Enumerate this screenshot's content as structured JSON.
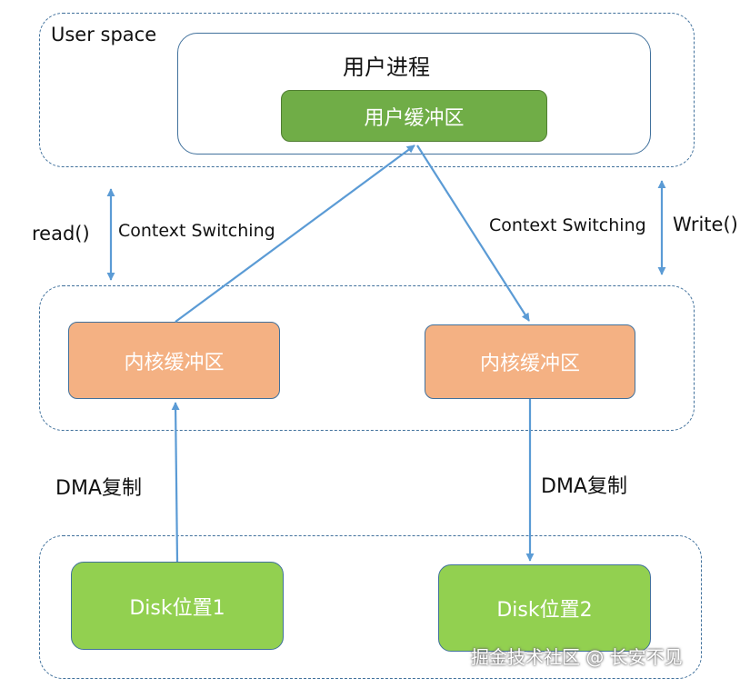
{
  "user_space": {
    "label": "User space",
    "process_label": "用户进程",
    "buffer_label": "用户缓冲区"
  },
  "kernel_space": {
    "left_buffer_label": "内核缓冲区",
    "right_buffer_label": "内核缓冲区"
  },
  "disk": {
    "left_label": "Disk位置1",
    "right_label": "Disk位置2"
  },
  "left_side": {
    "call_label": "read()",
    "switch_label": "Context Switching",
    "dma_label": "DMA复制"
  },
  "right_side": {
    "call_label": "Write()",
    "switch_label": "Context Switching",
    "dma_label": "DMA复制"
  },
  "watermark": "掘金技术社区 @ 长安不见",
  "colors": {
    "region_border": "#41719c",
    "arrow": "#5b9bd5",
    "user_buffer": "#70ad47",
    "kernel_buffer": "#f4b183",
    "disk": "#92d050"
  }
}
